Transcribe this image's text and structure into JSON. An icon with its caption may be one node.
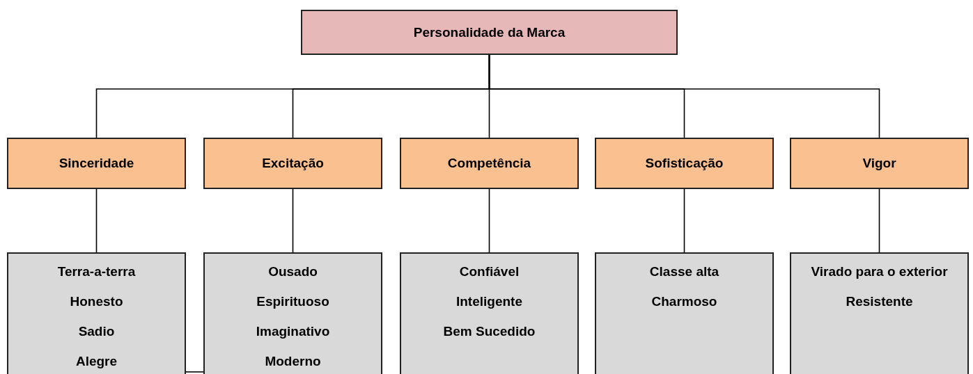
{
  "diagram": {
    "nodes": [
      {
        "text": [
          "Personalidade da Marca"
        ]
      },
      {
        "text": [
          "Sinceridade"
        ]
      },
      {
        "text": [
          "Excitação"
        ]
      },
      {
        "text": [
          "Competência"
        ]
      },
      {
        "text": [
          "Sofisticação"
        ]
      },
      {
        "text": [
          "Vigor"
        ]
      },
      {
        "text": [
          "Terra-a-terra",
          "Honesto",
          "Sadio",
          "Alegre"
        ]
      },
      {
        "text": [
          "Ousado",
          "Espirituoso",
          "Imaginativo",
          "Moderno"
        ]
      },
      {
        "text": [
          "Confiável",
          "Inteligente",
          "Bem Sucedido"
        ]
      },
      {
        "text": [
          "Classe alta",
          "Charmoso"
        ]
      },
      {
        "text": [
          "Virado para o exterior",
          "Resistente"
        ]
      }
    ],
    "edges": [
      {
        "from": 0,
        "to": 1,
        "arrow": "none"
      },
      {
        "from": 0,
        "to": 2,
        "arrow": "none"
      },
      {
        "from": 0,
        "to": 3,
        "arrow": "none"
      },
      {
        "from": 0,
        "to": 4,
        "arrow": "none"
      },
      {
        "from": 0,
        "to": 5,
        "arrow": "none"
      },
      {
        "from": 1,
        "to": 6,
        "arrow": "none"
      },
      {
        "from": 2,
        "to": 7,
        "arrow": "none"
      },
      {
        "from": 3,
        "to": 8,
        "arrow": "none"
      },
      {
        "from": 4,
        "to": 9,
        "arrow": "none"
      },
      {
        "from": 5,
        "to": 10,
        "arrow": "none"
      },
      {
        "from": 6,
        "to": 7,
        "arrow": "none"
      }
    ]
  }
}
